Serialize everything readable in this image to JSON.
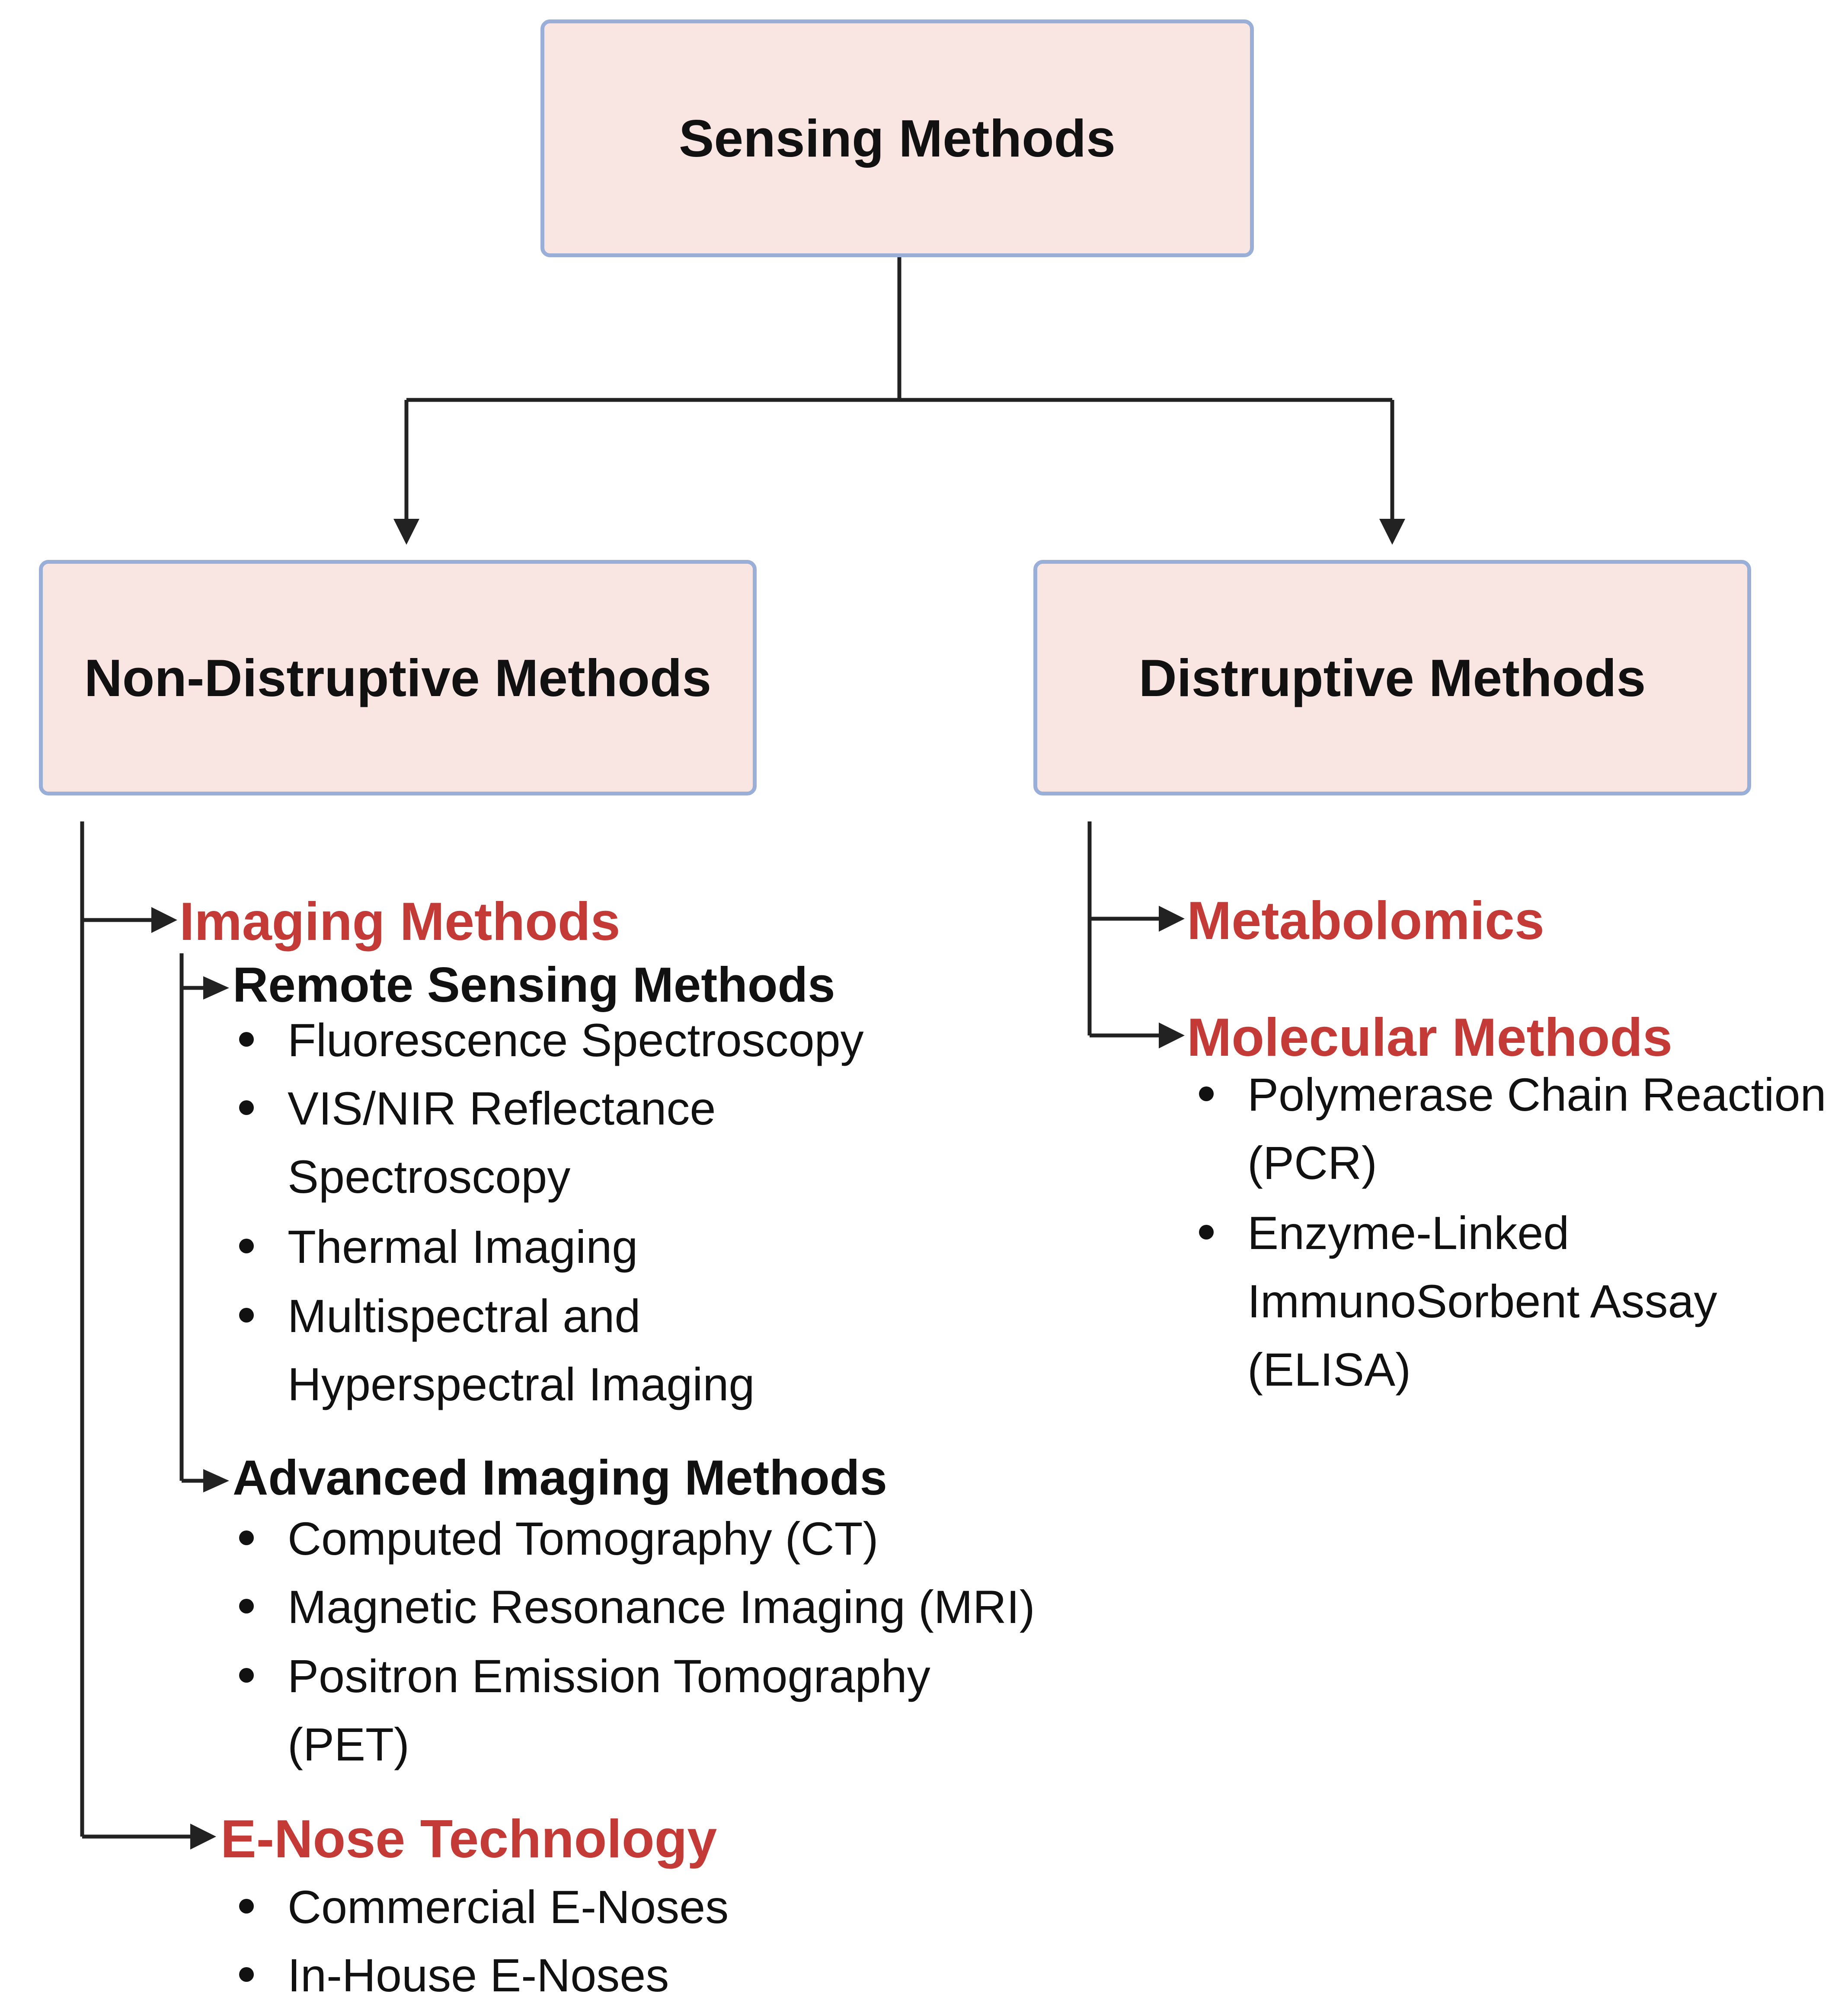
{
  "root": {
    "label": "Sensing Methods"
  },
  "left_branch": {
    "label": "Non-Distruptive Methods",
    "imaging": {
      "label": "Imaging Methods",
      "remote": {
        "label": "Remote Sensing Methods",
        "items": [
          [
            "Fluorescence Spectroscopy"
          ],
          [
            "VIS/NIR Reflectance",
            "Spectroscopy"
          ],
          [
            "Thermal Imaging"
          ],
          [
            "Multispectral and",
            "Hyperspectral Imaging"
          ]
        ]
      },
      "advanced": {
        "label": "Advanced Imaging Methods",
        "items": [
          [
            "Computed Tomography (CT)"
          ],
          [
            "Magnetic Resonance Imaging (MRI)"
          ],
          [
            "Positron Emission Tomography",
            "(PET)"
          ]
        ]
      }
    },
    "enose": {
      "label": "E-Nose Technology",
      "items": [
        [
          "Commercial E-Noses"
        ],
        [
          "In-House E-Noses"
        ]
      ]
    }
  },
  "right_branch": {
    "label": "Distruptive Methods",
    "metabolomics": {
      "label": "Metabolomics"
    },
    "molecular": {
      "label": "Molecular Methods",
      "items": [
        [
          "Polymerase Chain Reaction",
          "(PCR)"
        ],
        [
          "Enzyme-Linked",
          "ImmunoSorbent Assay",
          "(ELISA)"
        ]
      ]
    }
  },
  "colors": {
    "box_fill": "#f9e6e3",
    "box_border": "#9aafd8",
    "category_red": "#c33a36",
    "text": "#111111",
    "connector": "#222222"
  }
}
